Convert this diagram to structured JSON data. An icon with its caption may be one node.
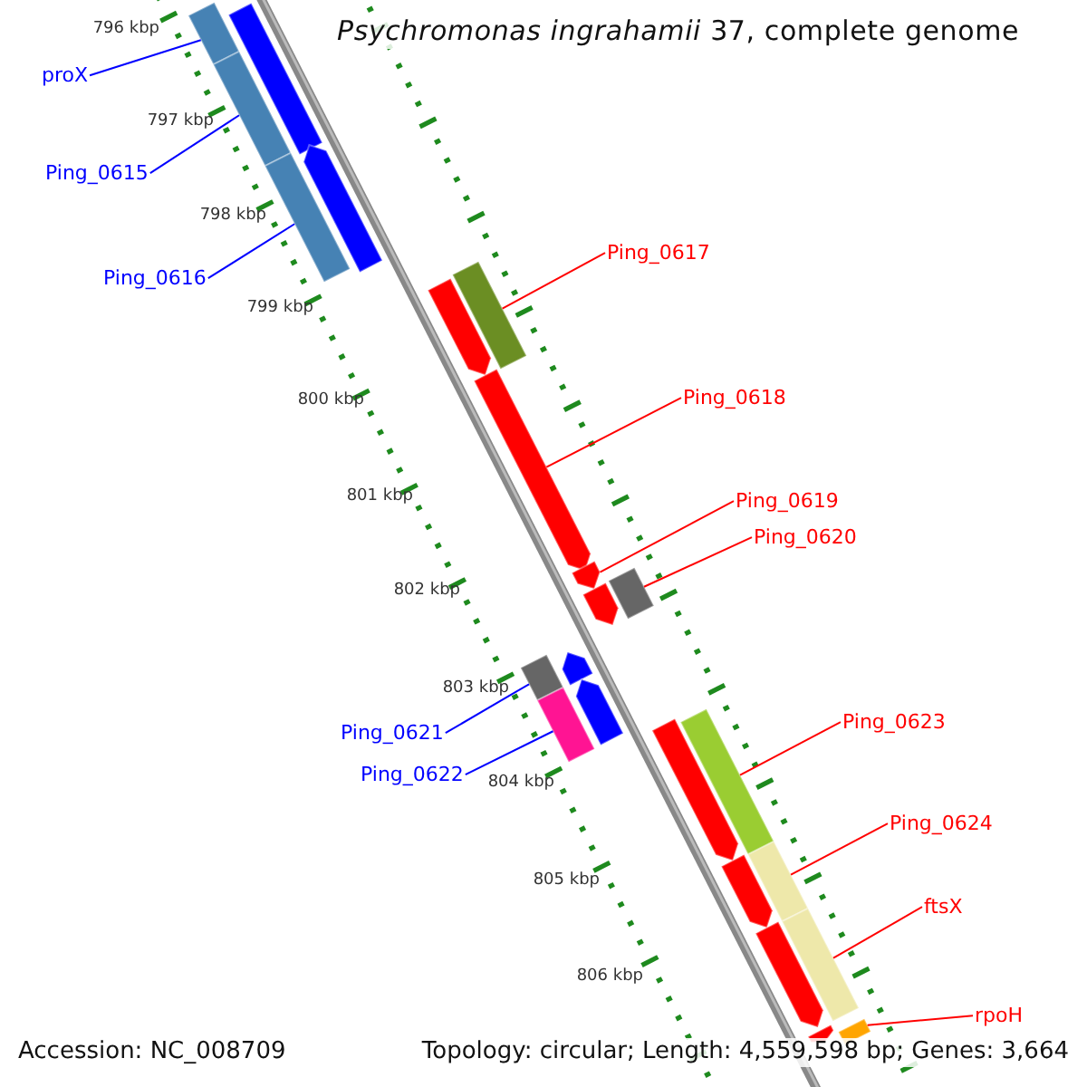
{
  "diagram": {
    "title": "*Psychromonas ingrahamii* 37, complete genome",
    "nodes": [
      {
        "text": [
          "proX"
        ]
      },
      {
        "text": [
          "Ping_0615"
        ]
      },
      {
        "text": [
          "Ping_0617"
        ]
      },
      {
        "text": [
          "Ping_0616"
        ]
      },
      {
        "text": [
          "Ping_0618"
        ]
      },
      {
        "text": [
          "Ping_0619"
        ]
      },
      {
        "text": [
          "Ping_0620"
        ]
      },
      {
        "text": [
          "Ping_0623"
        ]
      },
      {
        "text": [
          "Ping_0621"
        ]
      },
      {
        "text": [
          "Ping_0622"
        ]
      },
      {
        "text": [
          "Ping_0624"
        ]
      },
      {
        "text": [
          "ftsX"
        ]
      },
      {
        "text": [
          "rpoH"
        ]
      },
      {
        "text": [],
        "shape": "bar"
      },
      {
        "text": [],
        "shape": "bar"
      },
      {
        "text": [],
        "shape": "bar"
      },
      {
        "text": [],
        "shape": "bar"
      },
      {
        "text": [],
        "shape": "bar"
      },
      {
        "text": [],
        "shape": "bar"
      },
      {
        "text": [],
        "shape": "bar"
      },
      {
        "text": [],
        "shape": "bar"
      },
      {
        "text": [],
        "shape": "bar"
      },
      {
        "text": [],
        "shape": "bar"
      },
      {
        "text": [],
        "shape": "bar"
      },
      {
        "text": [],
        "shape": "bar"
      },
      {
        "text": [],
        "shape": "bar"
      },
      {
        "text": [],
        "shape": "bar"
      },
      {
        "text": [],
        "shape": "bar"
      },
      {
        "text": [],
        "shape": "bar"
      },
      {
        "text": [],
        "shape": "bar"
      },
      {
        "text": [],
        "shape": "bar"
      },
      {
        "text": [],
        "shape": "bar"
      },
      {
        "text": [],
        "shape": "bar"
      },
      {
        "text": [],
        "shape": "bar"
      },
      {
        "text": [],
        "shape": "bar"
      },
      {
        "text": [],
        "shape": "bar"
      }
    ],
    "edges": [
      {
        "from": 0,
        "to": 13,
        "arrow": "none",
        "color": "#0000ff"
      },
      {
        "from": 1,
        "to": 15,
        "arrow": "none",
        "color": "#0000ff"
      },
      {
        "from": 2,
        "to": 18,
        "arrow": "none"
      },
      {
        "from": 3,
        "to": 17,
        "arrow": "none",
        "color": "#0000ff"
      },
      {
        "from": 4,
        "to": 20,
        "arrow": "none"
      },
      {
        "from": 5,
        "to": 21,
        "arrow": "none"
      },
      {
        "from": 6,
        "to": 22,
        "arrow": "none"
      },
      {
        "from": 7,
        "to": 28,
        "arrow": "none"
      },
      {
        "from": 8,
        "to": 25,
        "arrow": "none",
        "color": "#0000ff"
      },
      {
        "from": 9,
        "to": 27,
        "arrow": "none",
        "color": "#0000ff"
      },
      {
        "from": 10,
        "to": 30,
        "arrow": "none"
      },
      {
        "from": 11,
        "to": 32,
        "arrow": "none"
      },
      {
        "from": 12,
        "to": 34,
        "arrow": "none"
      }
    ],
    "labels": [
      "796 kbp",
      "797 kbp",
      "798 kbp",
      "799 kbp",
      "800 kbp",
      "801 kbp",
      "802 kbp",
      "803 kbp",
      "804 kbp",
      "805 kbp",
      "806 kbp",
      "Accession: NC_008709",
      "Topology: circular; Length: 4,559,598 bp; Genes: 3,664"
    ]
  }
}
